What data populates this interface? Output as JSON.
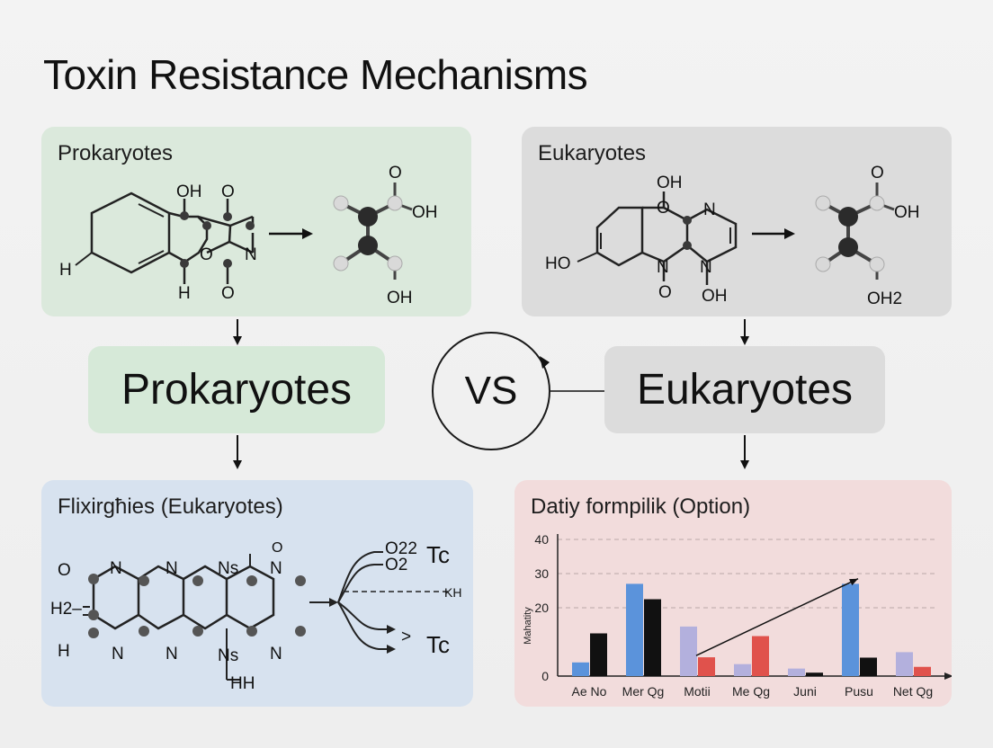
{
  "title": "Toxin Resistance Mechanisms",
  "panels": {
    "prokaryotes_top": {
      "label": "Prokaryotes",
      "atoms": [
        "OH",
        "O",
        "H",
        "O",
        "N",
        "H",
        "O"
      ],
      "product_atoms": [
        "O",
        "OH",
        "OH"
      ]
    },
    "eukaryotes_top": {
      "label": "Eukaryotes",
      "atoms": [
        "OH",
        "O",
        "N",
        "HO",
        "N",
        "N",
        "O",
        "OH"
      ],
      "product_atoms": [
        "O",
        "OH",
        "OH2"
      ]
    },
    "flex": {
      "label": "Flixirgħies (Eukaryotes)",
      "atoms": [
        "O",
        "N",
        "N",
        "Ns",
        "N",
        "H2–",
        "H",
        "N",
        "N",
        "Ns",
        "N",
        "HH",
        "O"
      ],
      "outputs": [
        "O22",
        "O2",
        "Tc",
        "KH",
        "Tc",
        ">"
      ]
    },
    "chart_panel": {
      "label": "Datiy formpilik (Option)"
    }
  },
  "center": {
    "left_label": "Prokaryotes",
    "right_label": "Eukaryotes",
    "vs_label": "VS"
  },
  "chart_data": {
    "type": "bar",
    "title": "Datiy formpilik (Option)",
    "xlabel": "",
    "ylabel": "Mahatity",
    "ylim": [
      0,
      40
    ],
    "yticks": [
      0,
      20,
      30,
      40
    ],
    "grid": true,
    "categories": [
      "Ae No",
      "Mer Qg",
      "Motii",
      "Me Qg",
      "Juni",
      "Pusu",
      "Net Qg"
    ],
    "bars": [
      {
        "category": "Ae No",
        "series": [
          {
            "color": "#5b93db",
            "value": 4
          },
          {
            "color": "#111111",
            "value": 12.5
          }
        ]
      },
      {
        "category": "Mer Qg",
        "series": [
          {
            "color": "#5b93db",
            "value": 27
          },
          {
            "color": "#111111",
            "value": 22.5
          }
        ]
      },
      {
        "category": "Motii",
        "series": [
          {
            "color": "#b3b0dd",
            "value": 14.5
          },
          {
            "color": "#e0524c",
            "value": 5.5
          }
        ]
      },
      {
        "category": "Me Qg",
        "series": [
          {
            "color": "#b3b0dd",
            "value": 3.5
          },
          {
            "color": "#e0524c",
            "value": 11.7
          }
        ]
      },
      {
        "category": "Juni",
        "series": [
          {
            "color": "#b3b0dd",
            "value": 2.2
          },
          {
            "color": "#111111",
            "value": 1
          }
        ]
      },
      {
        "category": "Pusu",
        "series": [
          {
            "color": "#5b93db",
            "value": 27
          },
          {
            "color": "#111111",
            "value": 5.4
          }
        ]
      },
      {
        "category": "Net Qg",
        "series": [
          {
            "color": "#b3b0dd",
            "value": 7
          },
          {
            "color": "#e0524c",
            "value": 2.7
          }
        ]
      }
    ],
    "trend_arrow": {
      "from": [
        2.3,
        6
      ],
      "to": [
        5.3,
        28.5
      ]
    }
  }
}
